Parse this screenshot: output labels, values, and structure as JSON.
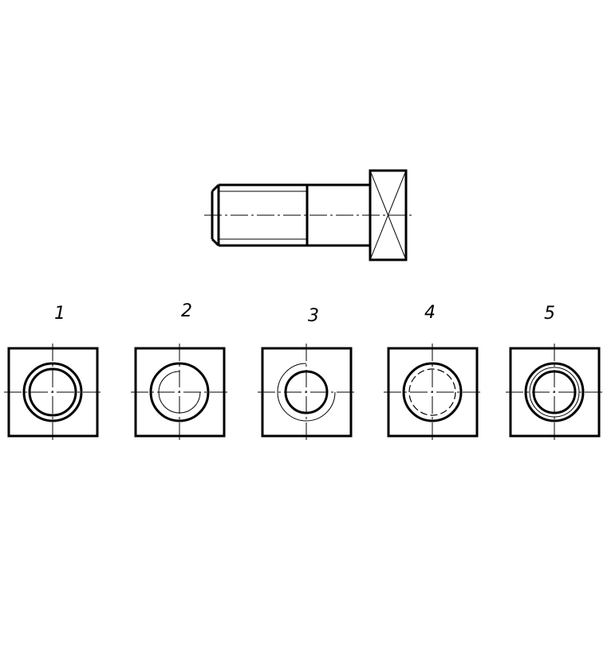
{
  "options": [
    {
      "label": "1",
      "variant": "thick-outer-thin-inner-ring"
    },
    {
      "label": "2",
      "variant": "thin-arc-three-quarter"
    },
    {
      "label": "3",
      "variant": "thin-outer-arc-three-quarter"
    },
    {
      "label": "4",
      "variant": "dashed-inner-circle"
    },
    {
      "label": "5",
      "variant": "double-ring"
    }
  ]
}
